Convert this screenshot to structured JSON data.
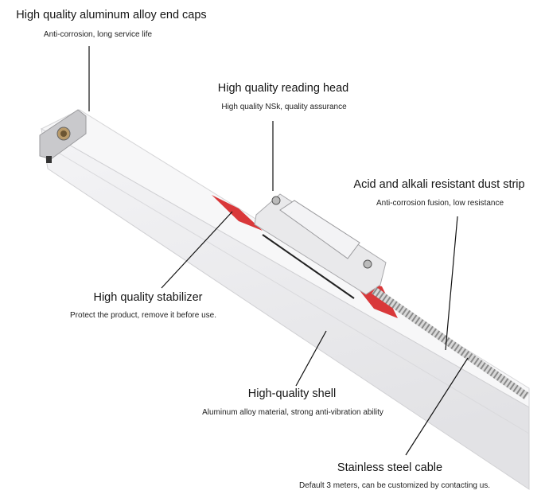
{
  "annotations": [
    {
      "title": "High quality aluminum alloy end caps",
      "subtitle": "Anti-corrosion, long service life"
    },
    {
      "title": "High quality reading head",
      "subtitle": "High quality NSk, quality assurance"
    },
    {
      "title": "Acid and alkali resistant dust strip",
      "subtitle": "Anti-corrosion fusion, low resistance"
    },
    {
      "title": "High quality stabilizer",
      "subtitle": "Protect the product, remove it before use."
    },
    {
      "title": "High-quality shell",
      "subtitle": "Aluminum alloy material, strong anti-vibration ability"
    },
    {
      "title": "Stainless steel cable",
      "subtitle": "Default 3 meters, can be customized by contacting us."
    }
  ],
  "colors": {
    "stabilizer": "#d9383a",
    "shell": "#ececee",
    "cable": "#b8b8b8"
  }
}
